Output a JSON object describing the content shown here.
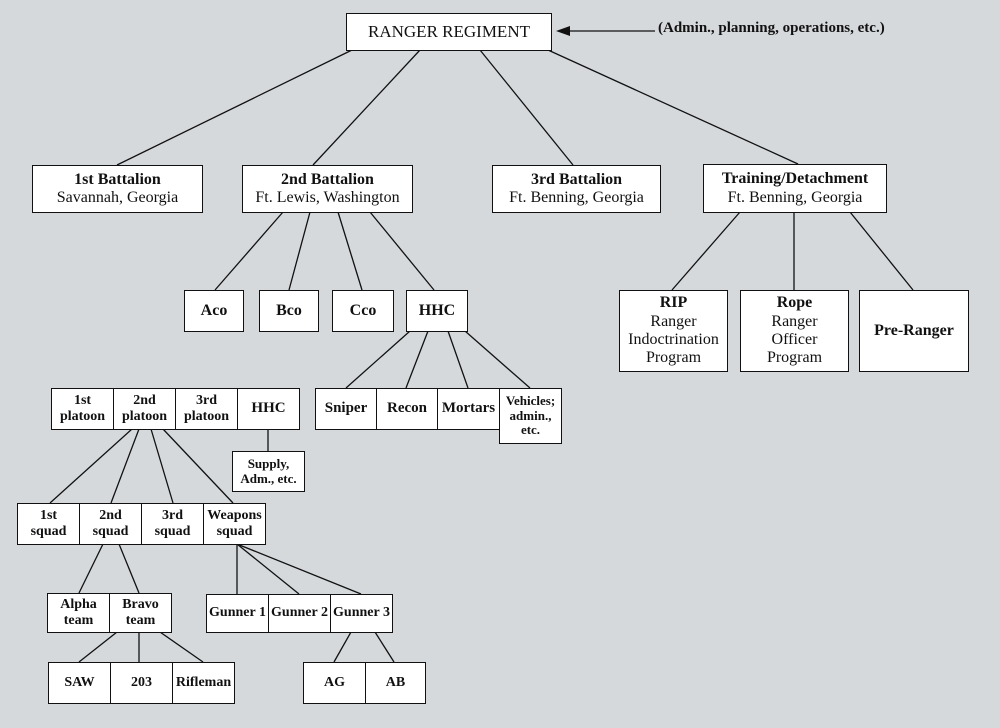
{
  "regiment": {
    "title": "RANGER REGIMENT",
    "note": "(Admin., planning, operations, etc.)"
  },
  "battalions": {
    "b1": {
      "name": "1st Battalion",
      "location": "Savannah, Georgia"
    },
    "b2": {
      "name": "2nd Battalion",
      "location": "Ft. Lewis, Washington"
    },
    "b3": {
      "name": "3rd Battalion",
      "location": "Ft. Benning, Georgia"
    },
    "training": {
      "name": "Training/Detachment",
      "location": "Ft. Benning, Georgia"
    }
  },
  "companies": {
    "aco": "Aco",
    "bco": "Bco",
    "cco": "Cco",
    "hhc": "HHC"
  },
  "hhc_units": {
    "sniper": "Sniper",
    "recon": "Recon",
    "mortars": "Mortars",
    "vehicles": [
      "Vehicles;",
      "admin.,",
      "etc."
    ]
  },
  "platoons": {
    "p1": [
      "1st",
      "platoon"
    ],
    "p2": [
      "2nd",
      "platoon"
    ],
    "p3": [
      "3rd",
      "platoon"
    ],
    "hhc": "HHC",
    "supply": [
      "Supply,",
      "Adm., etc."
    ]
  },
  "squads": {
    "s1": [
      "1st",
      "squad"
    ],
    "s2": [
      "2nd",
      "squad"
    ],
    "s3": [
      "3rd",
      "squad"
    ],
    "weapons": [
      "Weapons",
      "squad"
    ]
  },
  "teams": {
    "alpha": [
      "Alpha",
      "team"
    ],
    "bravo": [
      "Bravo",
      "team"
    ]
  },
  "team_members": {
    "saw": "SAW",
    "m203": "203",
    "rifleman": "Rifleman"
  },
  "gunners": {
    "g1": "Gunner 1",
    "g2": "Gunner 2",
    "g3": "Gunner 3"
  },
  "gunner_support": {
    "ag": "AG",
    "ab": "AB"
  },
  "training_programs": {
    "rip": {
      "acronym": "RIP",
      "lines": [
        "Ranger",
        "Indoctrination",
        "Program"
      ]
    },
    "rope": {
      "acronym": "Rope",
      "lines": [
        "Ranger",
        "Officer",
        "Program"
      ]
    },
    "pre_ranger": "Pre-Ranger"
  }
}
